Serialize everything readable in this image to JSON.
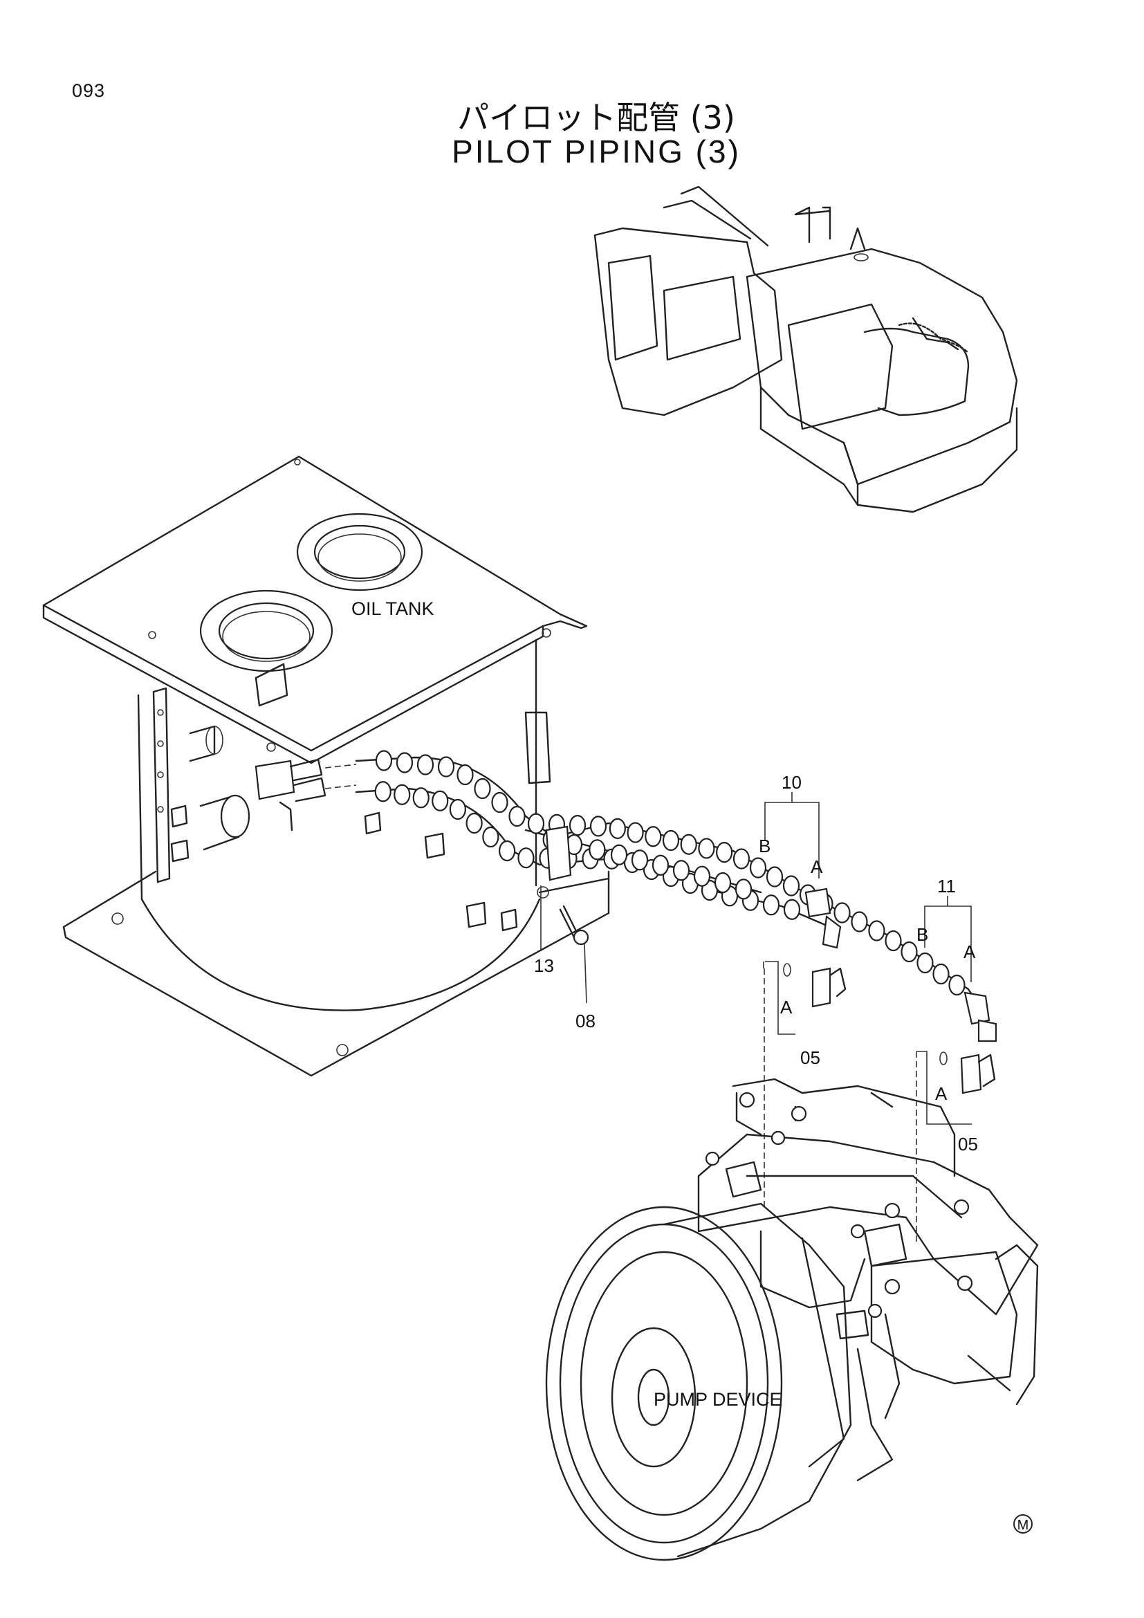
{
  "page": {
    "number": "093"
  },
  "title": {
    "jp": "パイロット配管 (3)",
    "en": "PILOT PIPING (3)"
  },
  "labels": {
    "oil_tank": "OIL TANK",
    "pump_device": "PUMP DEVICE"
  },
  "callouts": {
    "c10": "10",
    "c11": "11",
    "c13": "13",
    "c08": "08",
    "c05a": "05",
    "c05b": "05",
    "b1": "B",
    "a1": "A",
    "b2": "B",
    "a2": "A",
    "a3": "A",
    "a4": "A"
  },
  "mark": "M"
}
